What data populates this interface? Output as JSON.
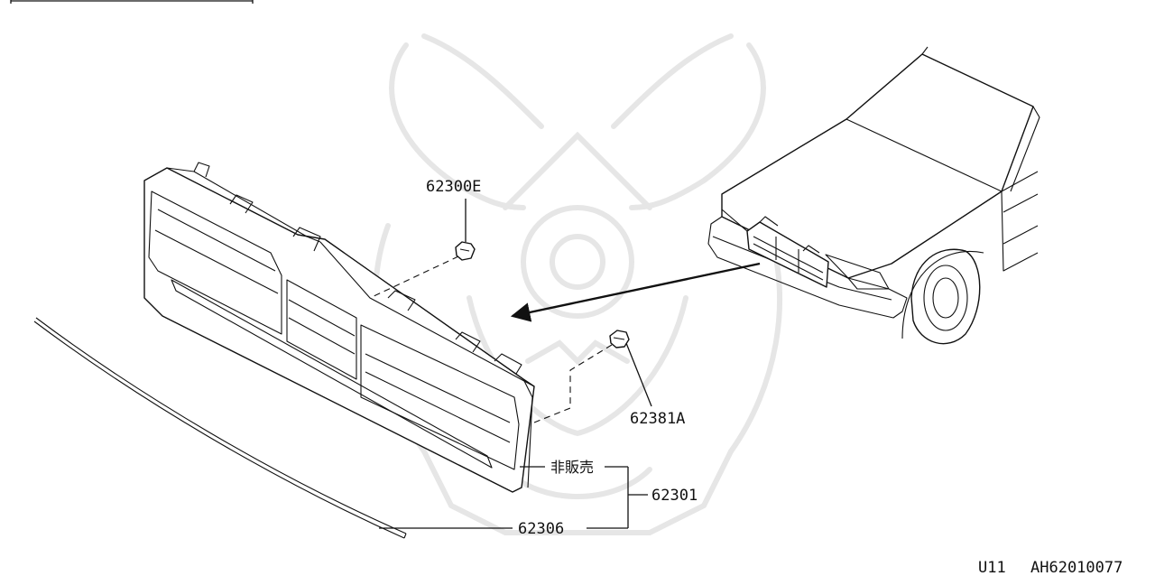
{
  "parts": {
    "clip_upper": "62300E",
    "clip_lower": "62381A",
    "not_for_sale": "非販売",
    "grille_assembly": "62301",
    "molding": "62306"
  },
  "footer": {
    "model": "U11",
    "diagram_code": "AH62010077"
  }
}
